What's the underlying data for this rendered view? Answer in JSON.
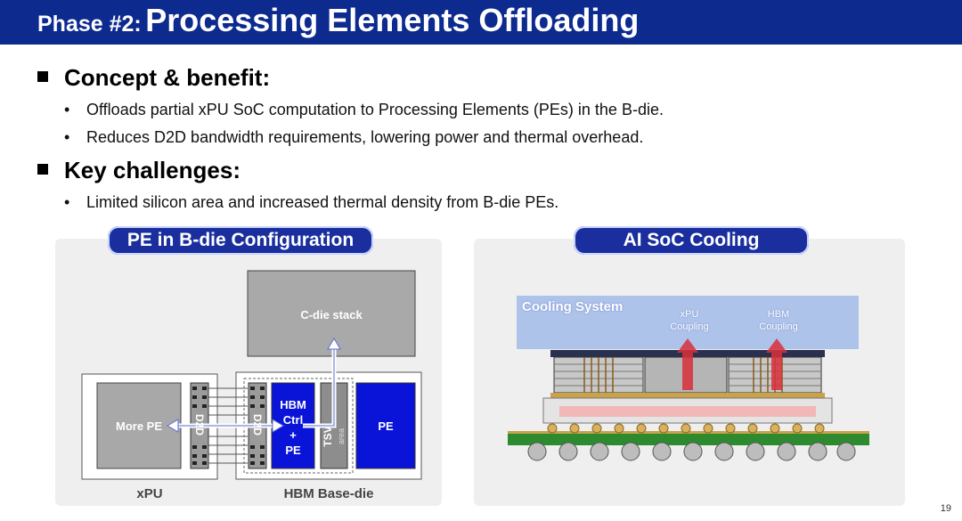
{
  "header": {
    "prefix": "Phase #2:",
    "title": "Processing Elements Offloading"
  },
  "concept": {
    "heading": "Concept & benefit:",
    "bullets": [
      "Offloads partial xPU SoC computation to Processing Elements (PEs) in the B-die.",
      "Reduces D2D bandwidth requirements, lowering power and thermal overhead."
    ]
  },
  "challenges": {
    "heading": "Key challenges:",
    "bullets": [
      "Limited silicon area and increased thermal density from B-die PEs."
    ]
  },
  "left_diagram": {
    "title": "PE in B-die Configuration",
    "cdie": "C-die stack",
    "more_pe": "More PE",
    "d2d_left": "D2D",
    "d2d_right": "D2D",
    "hbm_ctrl": [
      "HBM",
      "Ctrl",
      "+",
      "PE"
    ],
    "tsv": "TSV",
    "tsv_sub": "area",
    "pe": "PE",
    "xpu_label": "xPU",
    "base_label": "HBM Base-die"
  },
  "right_diagram": {
    "title": "AI SoC Cooling",
    "cooling": "Cooling System",
    "xpu_coupling": [
      "xPU",
      "Coupling"
    ],
    "hbm_coupling": [
      "HBM",
      "Coupling"
    ]
  },
  "page_number": "19",
  "colors": {
    "header": "#0d2a8f",
    "pill": "#1a2e9e",
    "pe_blue": "#0a14d8",
    "die_gray": "#a8a8a8"
  }
}
